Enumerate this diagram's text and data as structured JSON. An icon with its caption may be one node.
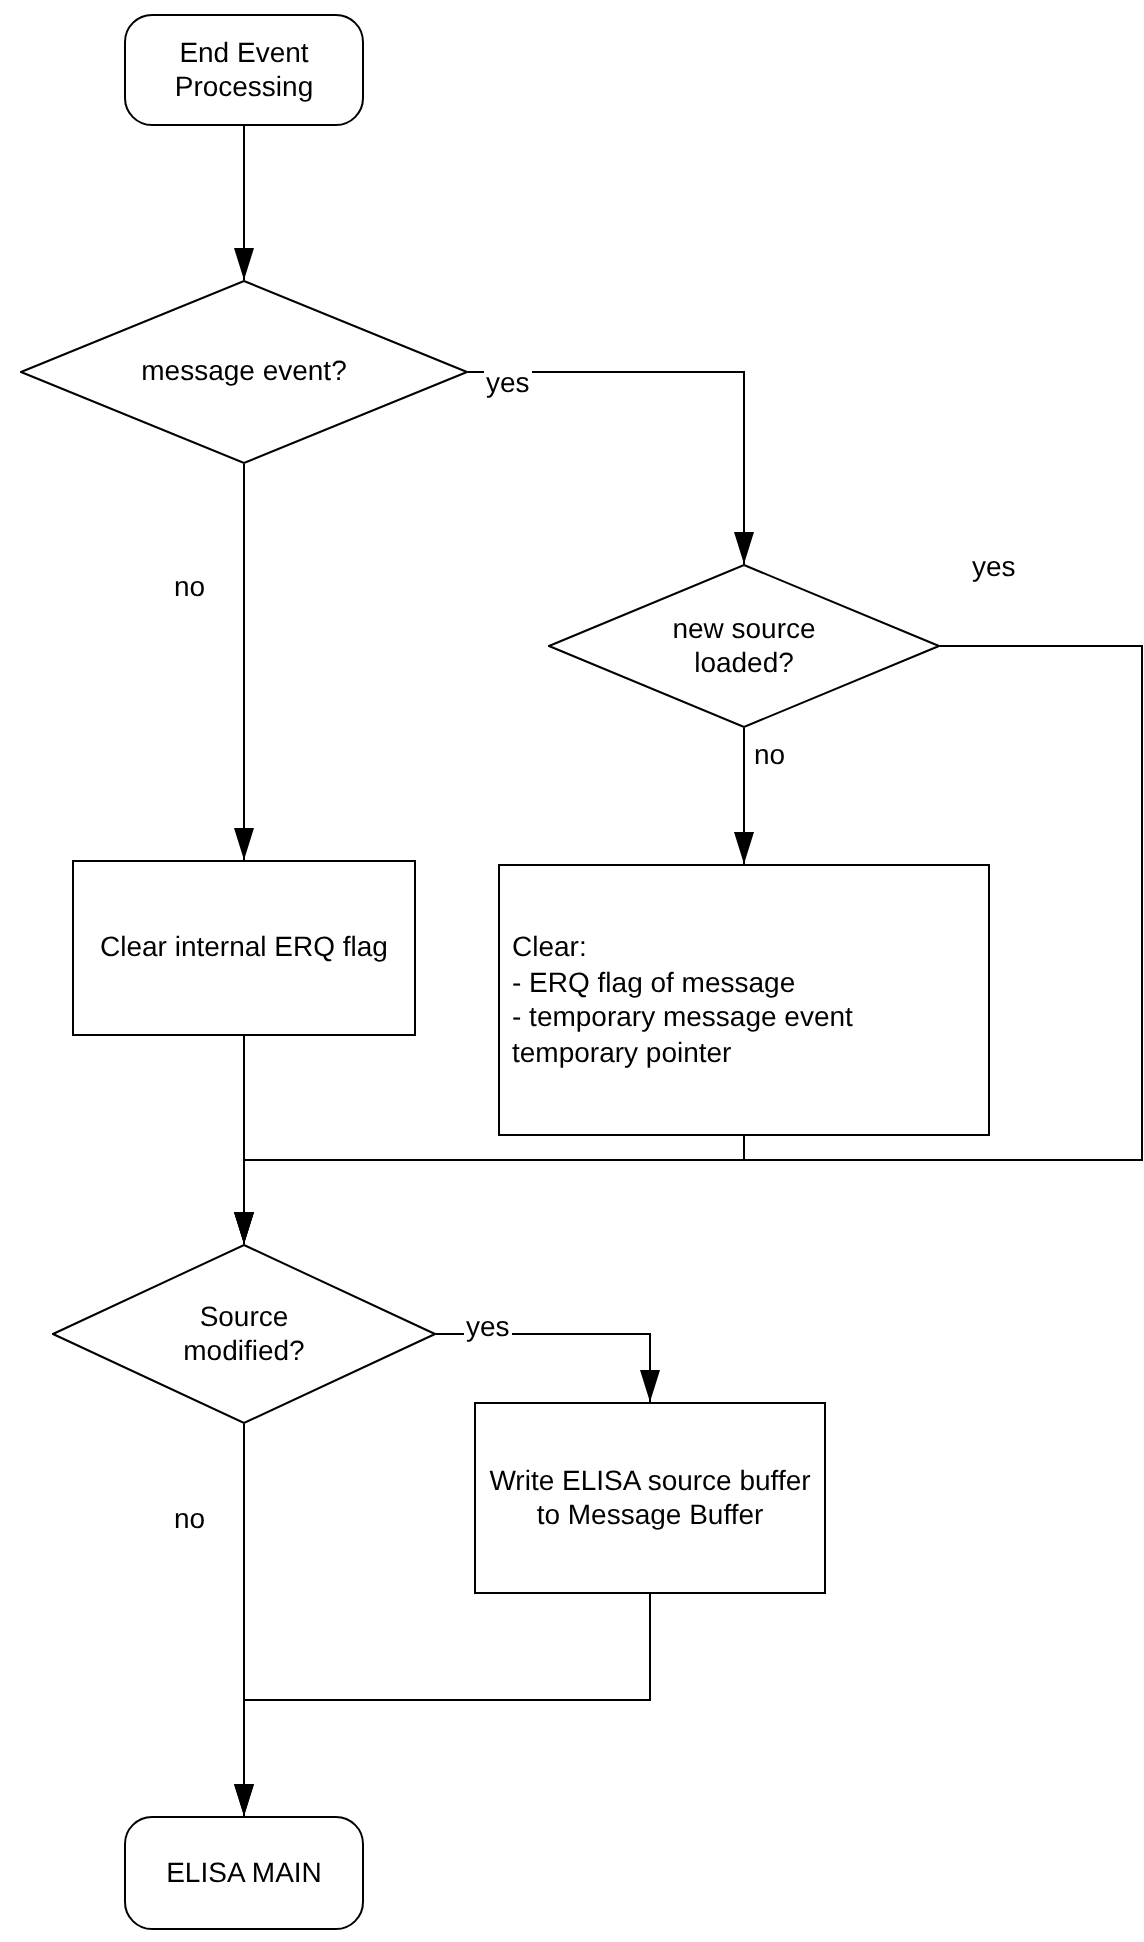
{
  "diagram": {
    "nodes": [
      {
        "text": [
          "End Event Processing"
        ]
      },
      {
        "text": [
          "message event?"
        ]
      },
      {
        "text": [
          "new source loaded?"
        ]
      },
      {
        "text": [
          "Clear internal ERQ flag"
        ]
      },
      {
        "text": [
          "Clear:",
          "- ERQ flag of message",
          "- temporary message event temporary pointer"
        ]
      },
      {
        "text": [
          "Source modified?"
        ]
      },
      {
        "text": [
          "Write ELISA source buffer to Message Buffer"
        ]
      },
      {
        "text": [
          "ELISA MAIN"
        ]
      }
    ],
    "edges": [
      {
        "from": 0,
        "to": 1,
        "arrow": "to"
      },
      {
        "from": 1,
        "to": 2,
        "arrow": "to",
        "label": "yes"
      },
      {
        "from": 1,
        "to": 3,
        "arrow": "to",
        "label": "no"
      },
      {
        "from": 2,
        "to": 4,
        "arrow": "to",
        "label": "no"
      },
      {
        "from": 2,
        "to": 5,
        "arrow": "to",
        "label": "yes"
      },
      {
        "from": 3,
        "to": 5,
        "arrow": "to"
      },
      {
        "from": 4,
        "to": 5,
        "arrow": "to"
      },
      {
        "from": 5,
        "to": 6,
        "arrow": "to",
        "label": "yes"
      },
      {
        "from": 5,
        "to": 7,
        "arrow": "to",
        "label": "no"
      },
      {
        "from": 6,
        "to": 7,
        "arrow": "to"
      }
    ]
  }
}
